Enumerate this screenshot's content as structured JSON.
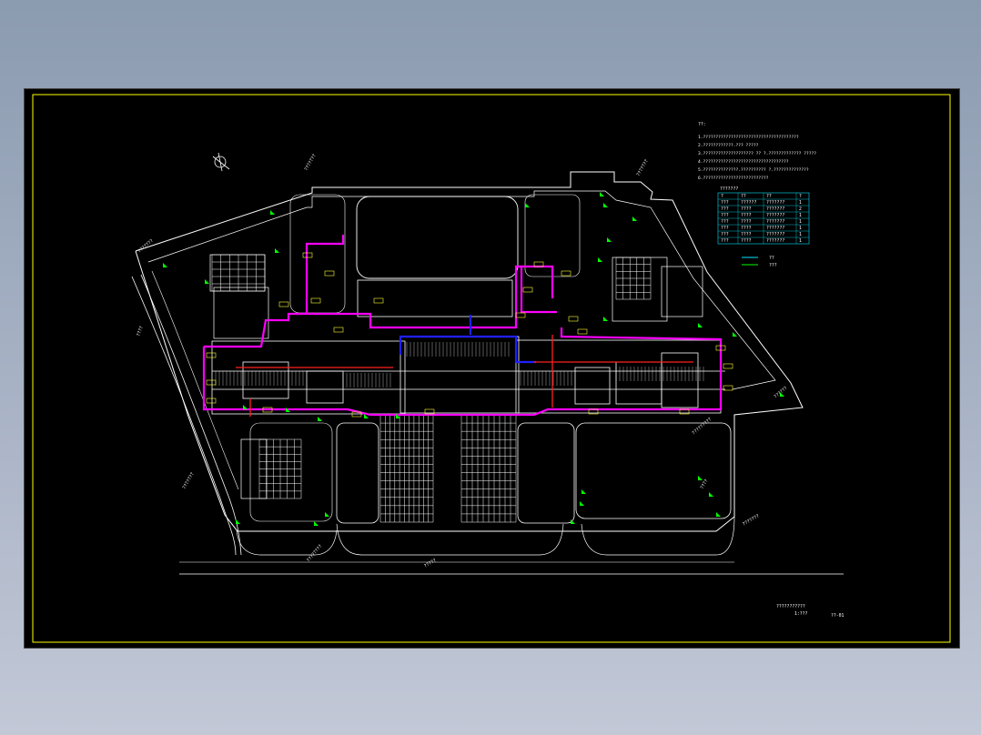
{
  "app": {
    "title": "CAD Drawing Viewer"
  },
  "drawing": {
    "notes_heading": "??:",
    "notes": [
      "1.??????????????????????????????????????",
      "2.????????????.???    ?????",
      "3.????????????????????  ?? ?.?????????????  ?????",
      "4.??????????????????????????????????",
      "5.??????????????.??????????   ?.??????????????",
      "6.??????????????????????????"
    ],
    "legend_table": {
      "title": "???????",
      "columns": [
        "?",
        "??",
        "??",
        "?",
        "??"
      ],
      "rows": [
        [
          "???",
          "??????",
          "???????",
          "1"
        ],
        [
          "???",
          "????",
          "???????",
          "2"
        ],
        [
          "???",
          "????",
          "???????",
          "1"
        ],
        [
          "???",
          "????",
          "???????",
          "1"
        ],
        [
          "???",
          "????",
          "???????",
          "1"
        ],
        [
          "???",
          "????",
          "???????",
          "1"
        ],
        [
          "???",
          "????",
          "???????",
          "1"
        ]
      ]
    },
    "line_legend": [
      {
        "label": "??"
      },
      {
        "label": "???"
      }
    ],
    "title_block": {
      "name": "???????????",
      "scale": "1:???",
      "sheet": "??-01"
    },
    "road_labels": [
      "???????",
      "???????",
      "???????",
      "?????",
      "???????",
      "?????????"
    ],
    "side_labels": [
      "????",
      "???????",
      "????????",
      "????",
      "??????"
    ],
    "colors": {
      "background": "#000000",
      "frame": "#ffff00",
      "building": "#ffffff",
      "pipe_magenta": "#ff00ff",
      "pipe_blue": "#2020ff",
      "pipe_red": "#ff2020",
      "annotation": "#ffff33",
      "cyan": "#00e5ff",
      "green": "#00ff00"
    }
  }
}
